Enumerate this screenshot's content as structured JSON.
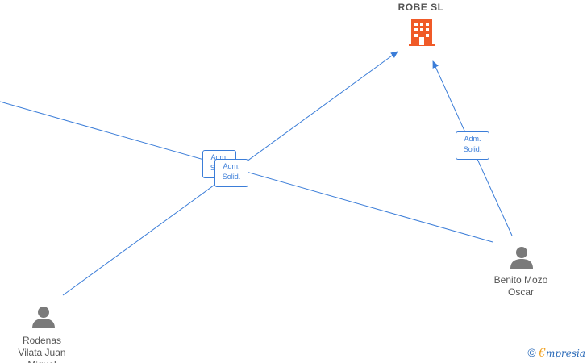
{
  "company": {
    "name": "ROBE  SL",
    "icon": "building-icon",
    "color": "#f05a28"
  },
  "persons": [
    {
      "name": "Benito Mozo\nOscar",
      "icon": "person-icon"
    },
    {
      "name": "Rodenas\nVilata Juan\nMiguel",
      "icon": "person-icon"
    }
  ],
  "roles": [
    {
      "label": "Adm.\nSolid."
    },
    {
      "label": "Adm.\nSolid."
    },
    {
      "label": "Adm.\nSolid."
    }
  ],
  "colors": {
    "edge": "#3b7dd8",
    "icon_gray": "#7a7a7a"
  },
  "footer": {
    "copyright": "©",
    "brand_e": "€",
    "brand_rest": "mpresia"
  }
}
